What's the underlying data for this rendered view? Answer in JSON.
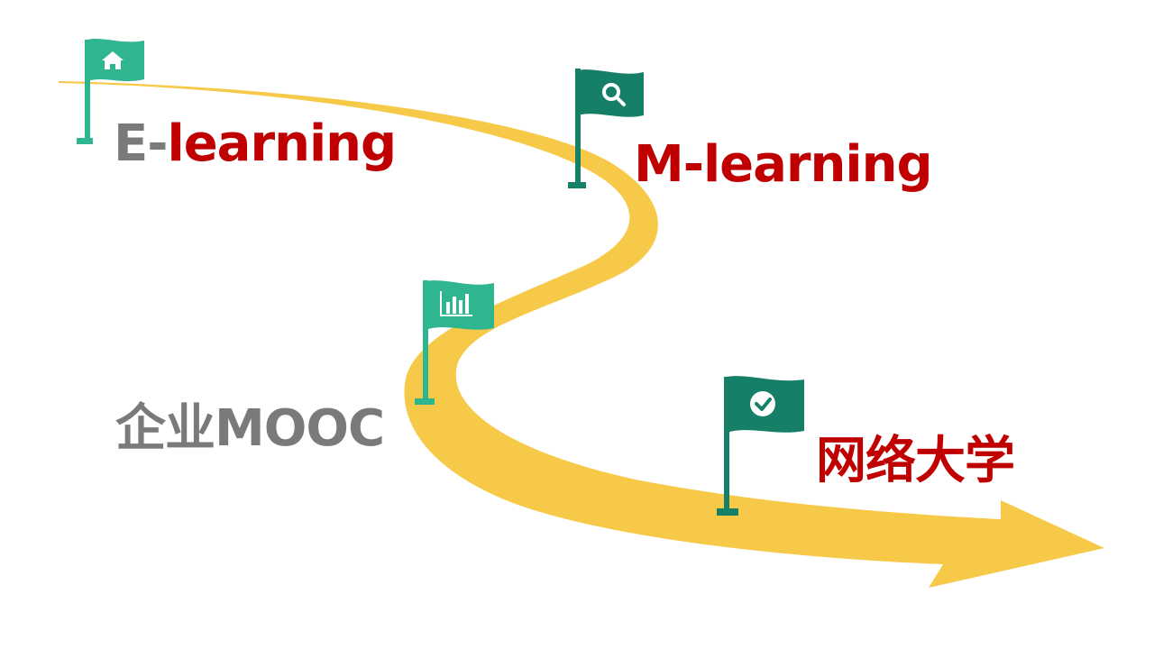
{
  "colors": {
    "road": "#f7c948",
    "flag_light": "#2fb58f",
    "flag_dark": "#167f68",
    "gray_text": "#7a7a7a",
    "red_text": "#c00000"
  },
  "milestones": [
    {
      "prefix": "E-",
      "label": "learning",
      "icon": "home-icon"
    },
    {
      "prefix": "",
      "label": "M-learning",
      "icon": "search-icon"
    },
    {
      "prefix": "企业MOOC",
      "label": "",
      "icon": "bar-chart-icon"
    },
    {
      "prefix": "",
      "label": "网络大学",
      "icon": "check-circle-icon"
    }
  ]
}
